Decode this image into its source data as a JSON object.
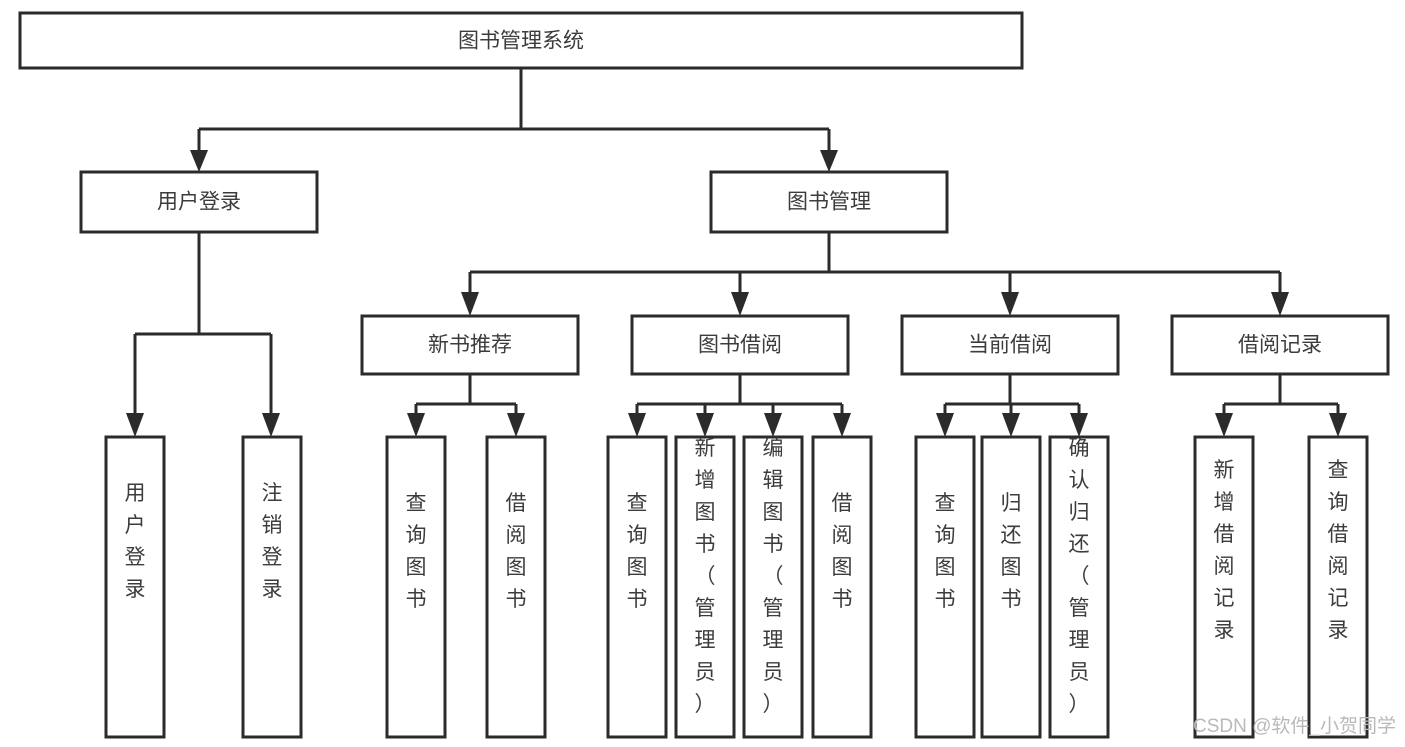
{
  "diagram": {
    "title": "图书管理系统",
    "type": "tree",
    "watermark": "CSDN @软件_小贺同学",
    "colors": {
      "stroke": "#2b2b2b",
      "box_fill": "#ffffff",
      "text": "#3c3c3c",
      "background": "#ffffff",
      "watermark": "#b9b9b9"
    },
    "root": {
      "label": "图书管理系统"
    },
    "level2": [
      {
        "label": "用户登录"
      },
      {
        "label": "图书管理"
      }
    ],
    "level3": [
      {
        "label": "新书推荐"
      },
      {
        "label": "图书借阅"
      },
      {
        "label": "当前借阅"
      },
      {
        "label": "借阅记录"
      }
    ],
    "leaves": {
      "user_login": [
        {
          "label": "用户登录"
        },
        {
          "label": "注销登录"
        }
      ],
      "new_book_recommend": [
        {
          "label": "查询图书"
        },
        {
          "label": "借阅图书"
        }
      ],
      "book_borrow": [
        {
          "label": "查询图书"
        },
        {
          "label": "新增图书（管理员）"
        },
        {
          "label": "编辑图书（管理员）"
        },
        {
          "label": "借阅图书"
        }
      ],
      "current_borrow": [
        {
          "label": "查询图书"
        },
        {
          "label": "归还图书"
        },
        {
          "label": "确认归还（管理员）"
        }
      ],
      "borrow_record": [
        {
          "label": "新增借阅记录"
        },
        {
          "label": "查询借阅记录"
        }
      ]
    }
  }
}
